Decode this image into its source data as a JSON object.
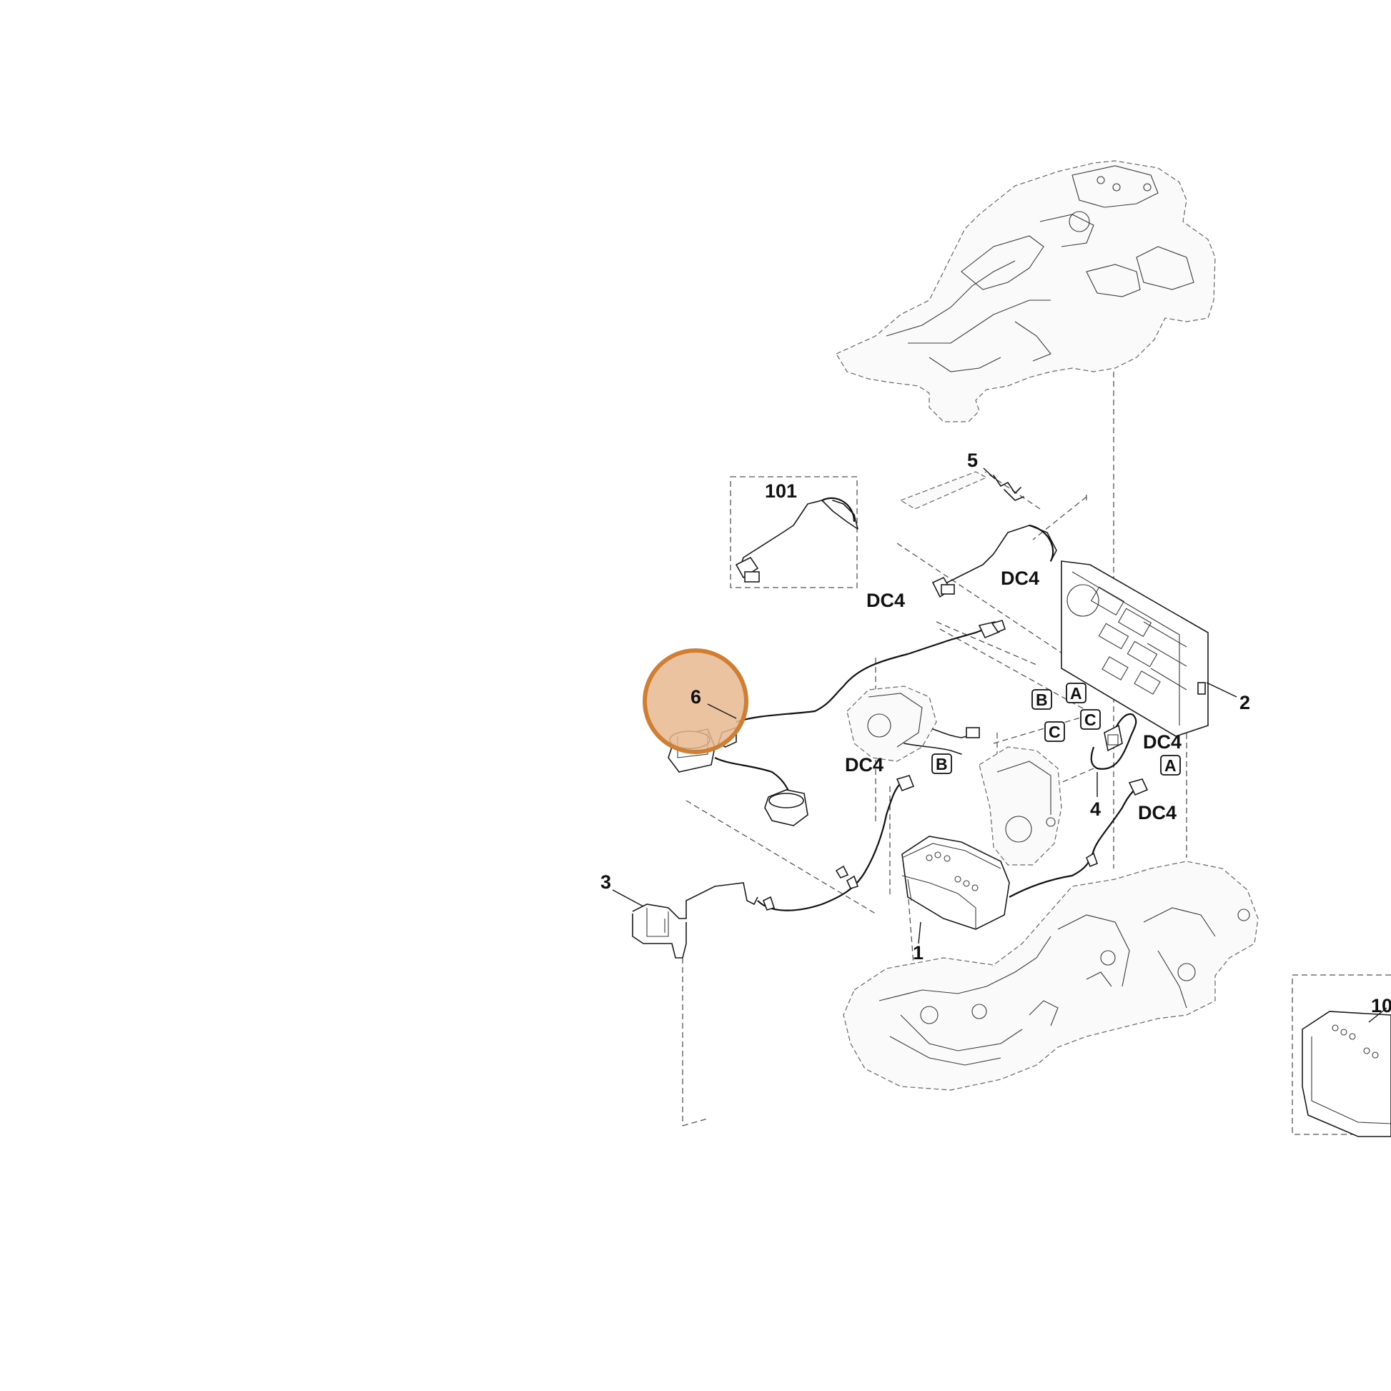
{
  "callouts": {
    "c1": "1",
    "c2": "2",
    "c3": "3",
    "c4": "4",
    "c5": "5",
    "c6": "6",
    "c101": "101",
    "c10": "10",
    "dc4_a": "DC4",
    "dc4_b": "DC4",
    "dc4_c": "DC4",
    "dc4_d": "DC4",
    "dc4_e": "DC4"
  },
  "connector_tags": {
    "a1": "A",
    "a2": "A",
    "b1": "B",
    "b2": "B",
    "c1": "C",
    "c2": "C"
  },
  "highlight": {
    "color": "#e8b98f",
    "ring_color": "#cf7e33"
  }
}
